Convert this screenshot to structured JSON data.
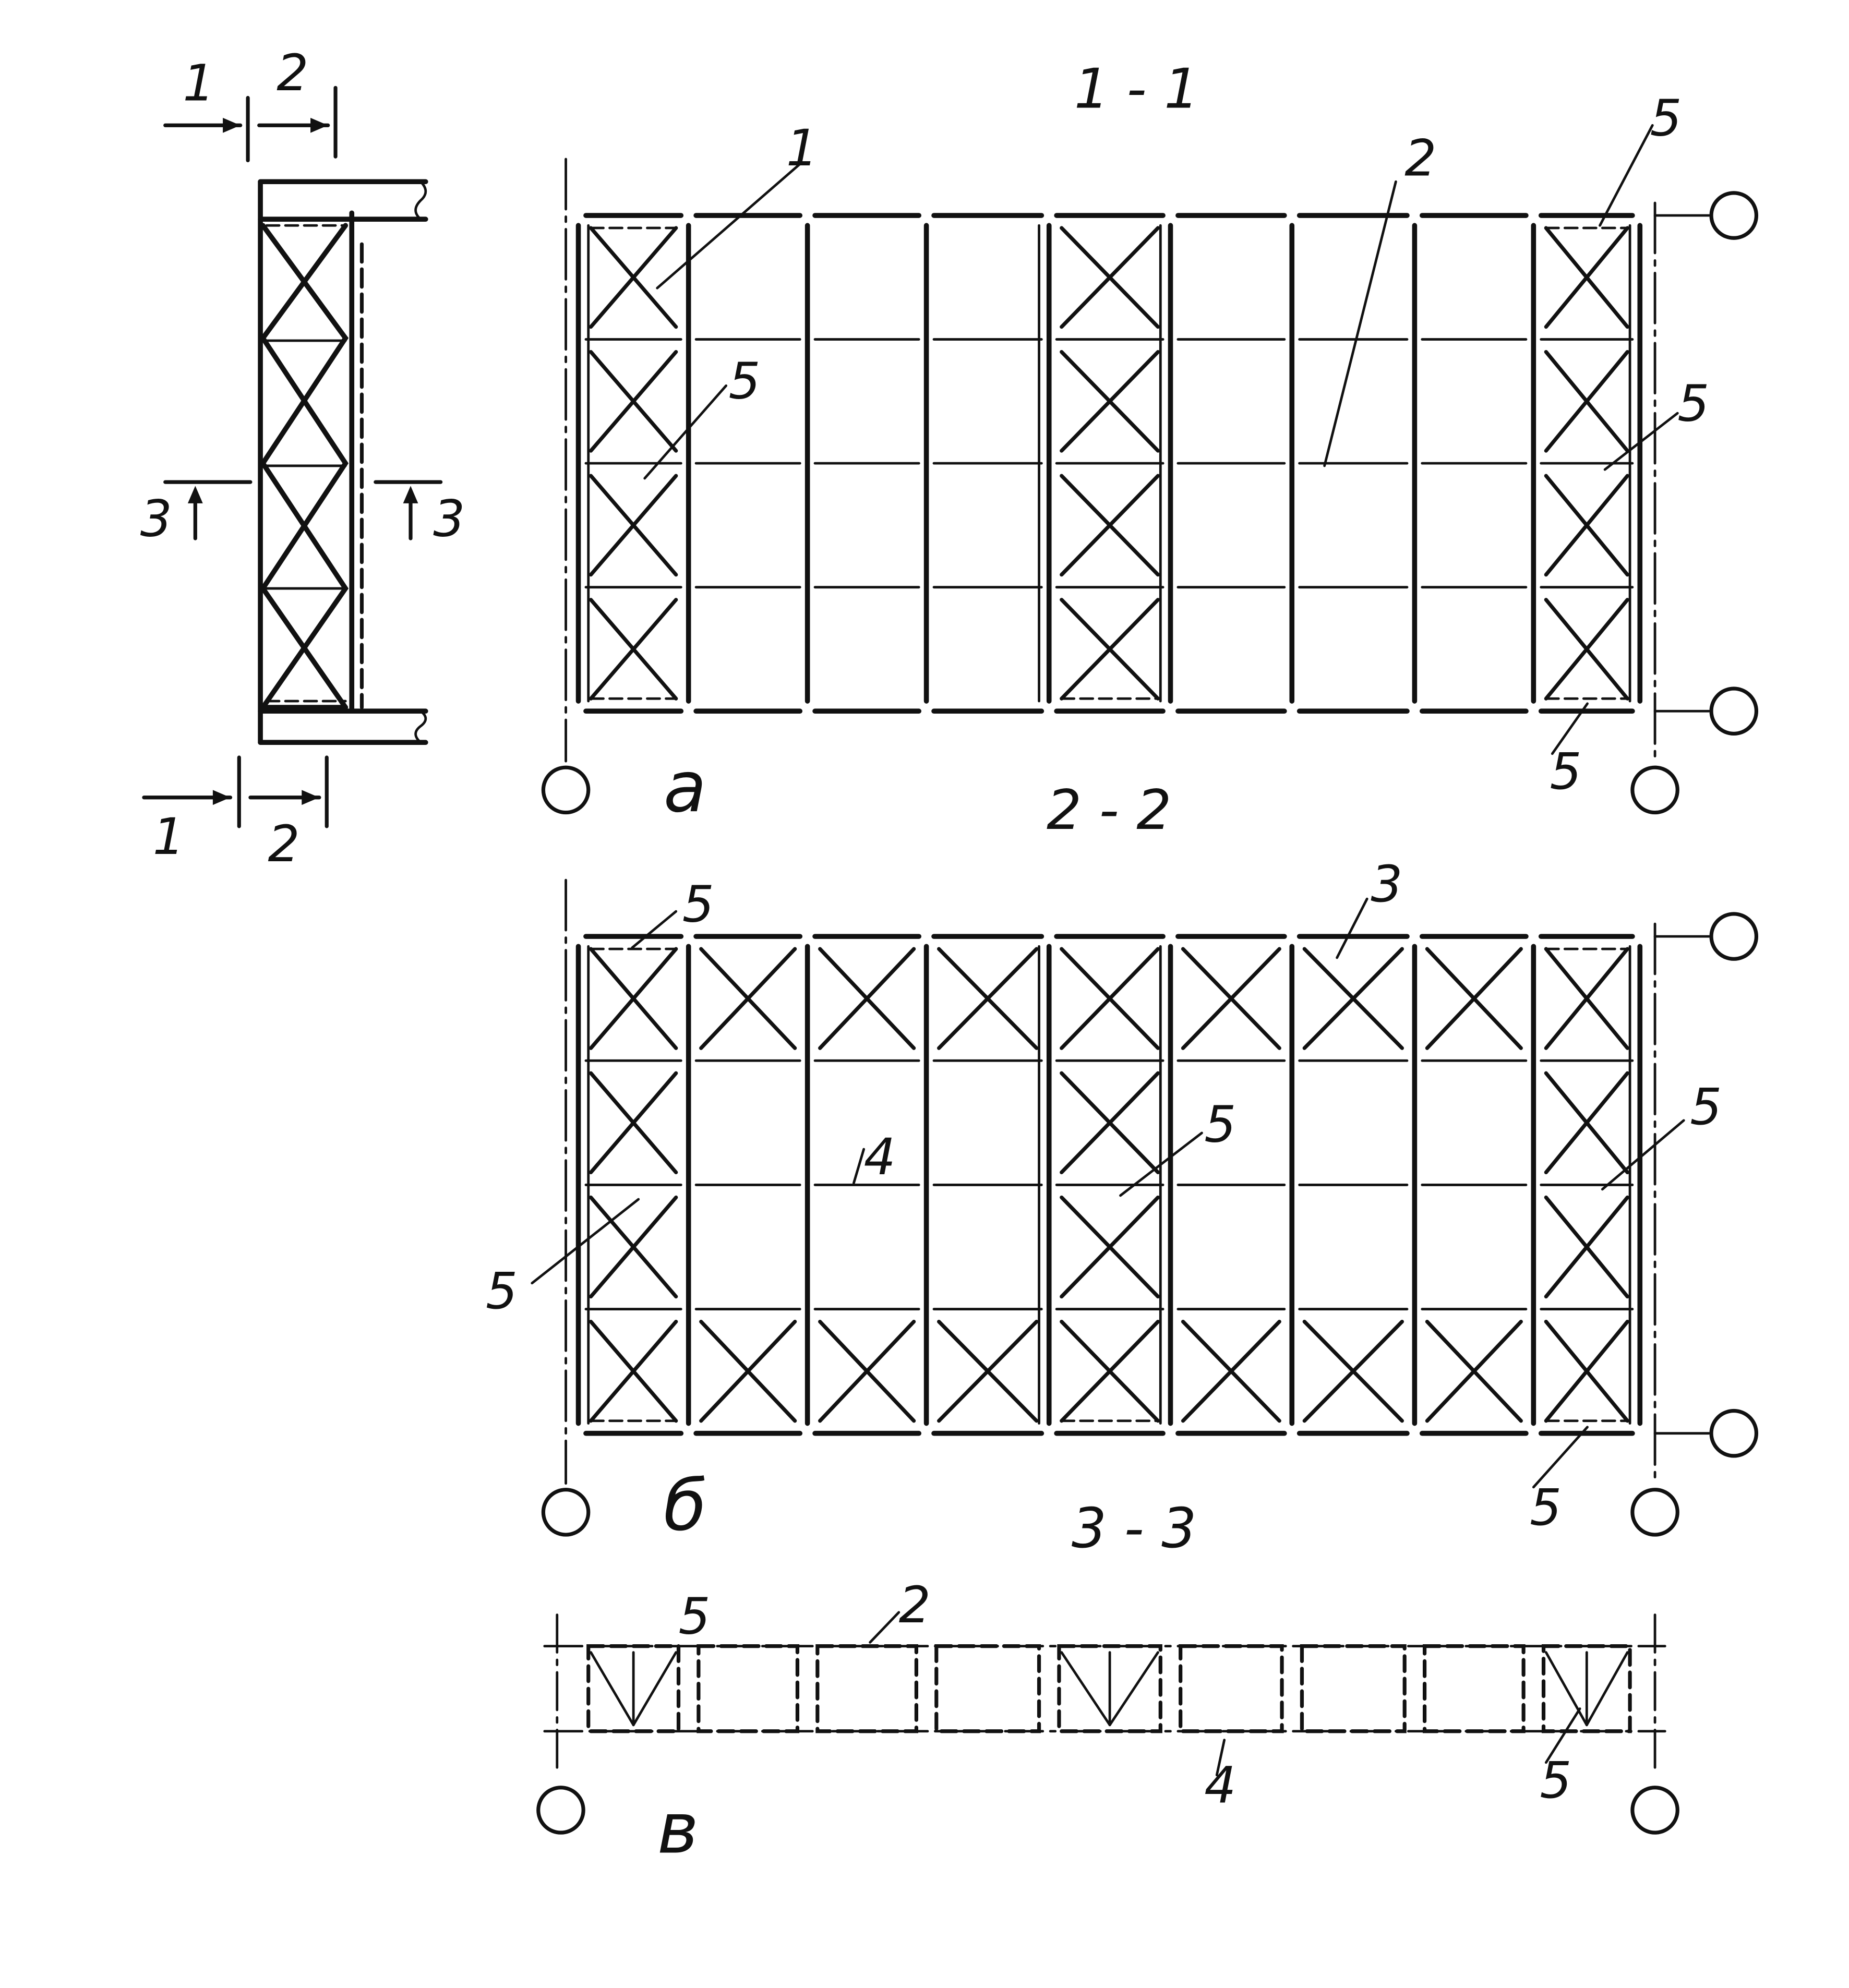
{
  "colors": {
    "ink": "#111111",
    "paper": "#ffffff"
  },
  "section_marks": {
    "s1": "1",
    "s2": "2",
    "s3": "3"
  },
  "views": {
    "a": {
      "title": "1 - 1",
      "letter": "а"
    },
    "b": {
      "title": "2 - 2",
      "letter": "б"
    },
    "c": {
      "title": "3 - 3",
      "letter": "в"
    }
  },
  "callouts": {
    "n1": "1",
    "n2": "2",
    "n3": "3",
    "n4": "4",
    "n5": "5"
  }
}
